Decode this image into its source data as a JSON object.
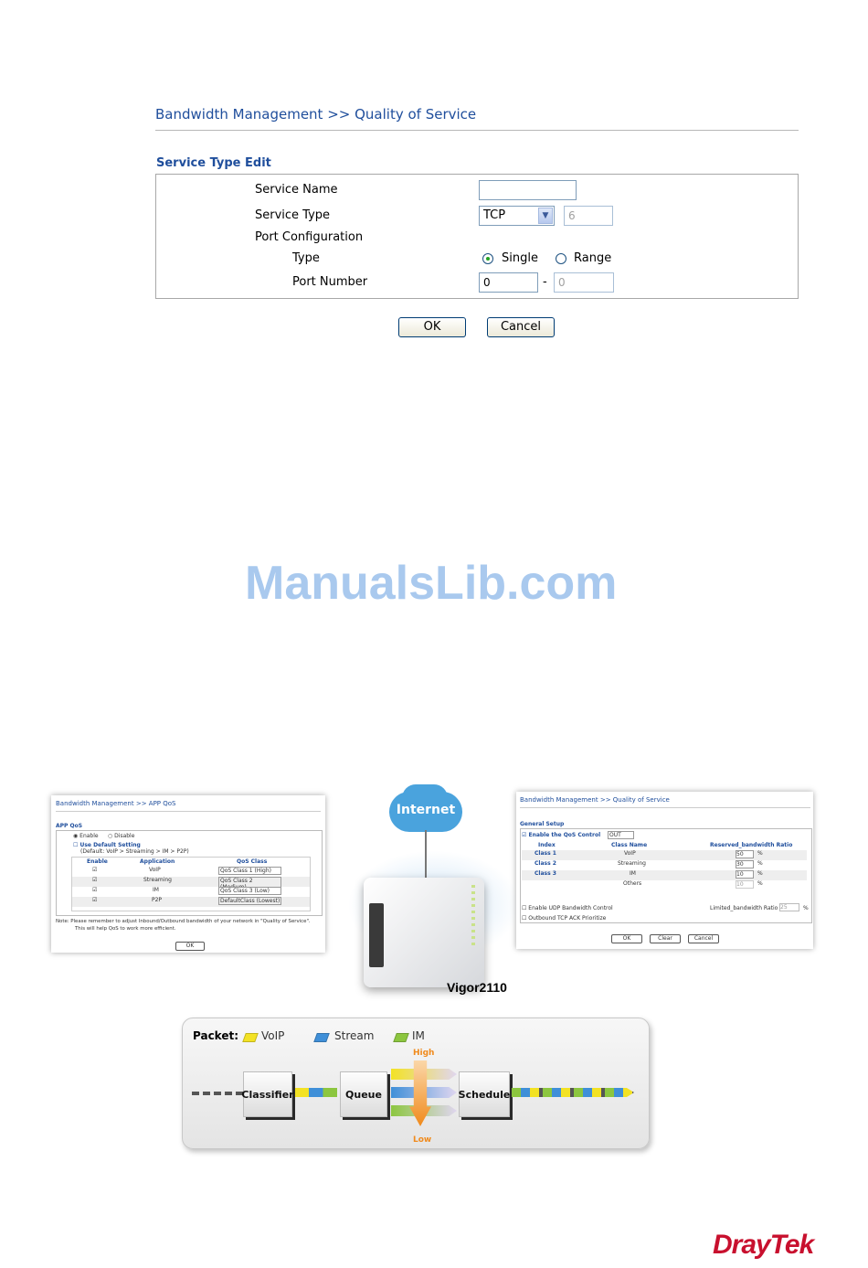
{
  "header": {
    "title": "Bandwidth Management >> Quality of Service"
  },
  "form": {
    "section_title": "Service Type Edit",
    "service_name_label": "Service Name",
    "service_name_value": "",
    "service_type_label": "Service Type",
    "service_type_selected": "TCP",
    "protocol_number_value": "6",
    "port_config_label": "Port Configuration",
    "type_label": "Type",
    "type_options": [
      "Single",
      "Range"
    ],
    "type_selected": "Single",
    "port_number_label": "Port Number",
    "port_start_value": "0",
    "port_separator": "-",
    "port_end_value": "0"
  },
  "buttons": {
    "ok": "OK",
    "cancel": "Cancel"
  },
  "watermark": "ManualsLib.com",
  "illustration": {
    "left_panel": {
      "title": "Bandwidth Management >> APP QoS",
      "section": "APP QoS",
      "enable": "Enable",
      "disable": "Disable",
      "use_default": "Use Default Setting",
      "default_note": "(Default: VoIP > Streaming > IM > P2P)",
      "columns": [
        "Enable",
        "Application",
        "QoS Class"
      ],
      "rows": [
        {
          "app": "VoIP",
          "cls": "QoS Class 1 (High)"
        },
        {
          "app": "Streaming",
          "cls": "QoS Class 2 (Medium)"
        },
        {
          "app": "IM",
          "cls": "QoS Class 3 (Low)"
        },
        {
          "app": "P2P",
          "cls": "DefaultClass (Lowest)"
        }
      ],
      "note": "Note: Please remember to adjust Inbound/Outbound bandwidth of your network in \"Quality of Service\".",
      "note2": "This will help QoS to work more efficient.",
      "ok": "OK"
    },
    "cloud_label": "Internet",
    "router_label": "Vigor2110",
    "right_panel": {
      "title": "Bandwidth Management >> Quality of Service",
      "section": "General Setup",
      "enable_qos": "Enable the QoS Control",
      "direction": "OUT",
      "columns": [
        "Index",
        "Class Name",
        "Reserved_bandwidth Ratio"
      ],
      "rows": [
        {
          "index": "Class 1",
          "name": "VoIP",
          "ratio": "50"
        },
        {
          "index": "Class 2",
          "name": "Streaming",
          "ratio": "30"
        },
        {
          "index": "Class 3",
          "name": "IM",
          "ratio": "10"
        },
        {
          "index": "",
          "name": "Others",
          "ratio": "10"
        }
      ],
      "percent": "%",
      "udp": "Enable UDP Bandwidth Control",
      "limited": "Limited_bandwidth Ratio",
      "limited_value": "25",
      "ack": "Outbound TCP ACK Prioritize",
      "ok": "OK",
      "clear": "Clear",
      "cancel": "Cancel"
    },
    "flow": {
      "packet_label": "Packet:",
      "legend": [
        "VoIP",
        "Stream",
        "IM"
      ],
      "classifier": "Classifier",
      "queue": "Queue",
      "schedule": "Schedule",
      "high": "High",
      "low": "Low"
    }
  },
  "colors": {
    "title_blue": "#1f4e9c",
    "brand_red": "#c8102e",
    "voip": "#f3e224",
    "stream": "#3f8fd8",
    "im": "#8cc63f"
  },
  "brand": "DrayTek"
}
